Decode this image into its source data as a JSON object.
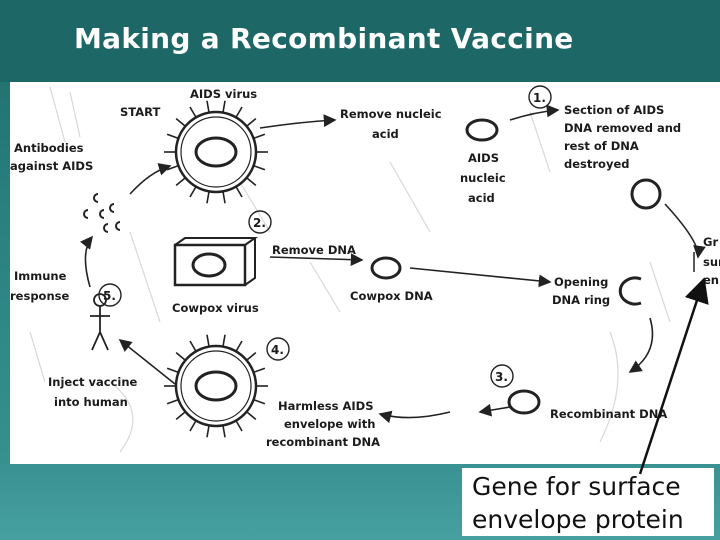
{
  "slide": {
    "title": "Making a Recombinant Vaccine"
  },
  "diagram": {
    "start": "START",
    "aids_virus": "AIDS virus",
    "remove_nucleic_acid_1": "Remove nucleic",
    "remove_nucleic_acid_2": "acid",
    "aids_nucleic_acid_1": "AIDS",
    "aids_nucleic_acid_2": "nucleic",
    "aids_nucleic_acid_3": "acid",
    "section_text_1": "Section of AIDS",
    "section_text_2": "DNA removed and",
    "section_text_3": "rest of DNA",
    "section_text_4": "destroyed",
    "antibodies_1": "Antibodies",
    "antibodies_2": "against AIDS",
    "remove_dna": "Remove DNA",
    "cowpox_virus": "Cowpox virus",
    "cowpox_dna": "Cowpox DNA",
    "opening_1": "Opening",
    "opening_2": "DNA ring",
    "immune_1": "Immune",
    "immune_2": "response",
    "inject_1": "Inject vaccine",
    "inject_2": "into human",
    "harmless_1": "Harmless AIDS",
    "harmless_2": "envelope with",
    "harmless_3": "recombinant DNA",
    "recombinant_dna": "Recombinant DNA",
    "gene_cut_1": "Gr",
    "gene_cut_2": "sur",
    "gene_cut_3": "en",
    "step_numbers": [
      "1.",
      "2.",
      "3.",
      "4.",
      "5."
    ]
  },
  "callout": {
    "line1": "Gene for surface",
    "line2": "envelope protein"
  }
}
